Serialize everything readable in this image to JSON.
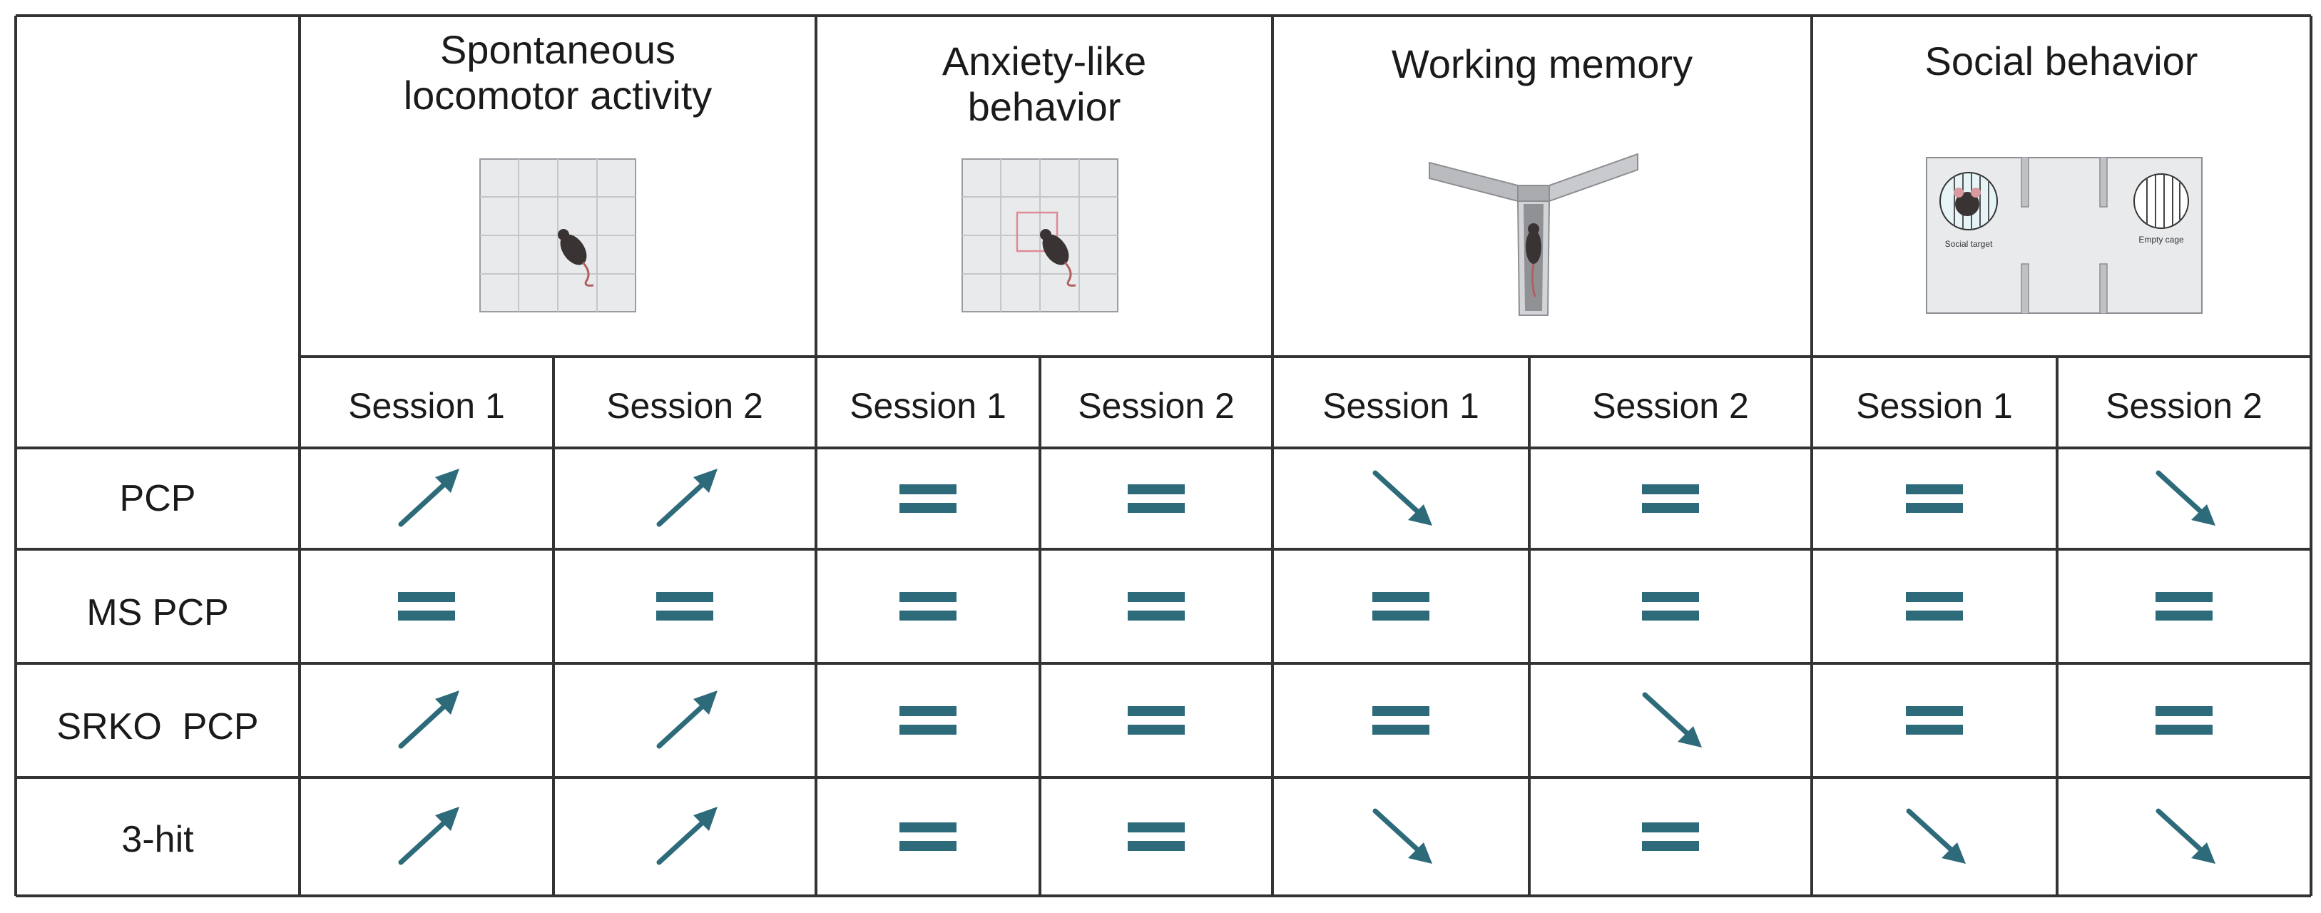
{
  "headers": [
    {
      "id": "locomotor",
      "lines": [
        "Spontaneous",
        "locomotor activity"
      ]
    },
    {
      "id": "anxiety",
      "lines": [
        "Anxiety-like",
        "behavior"
      ]
    },
    {
      "id": "memory",
      "lines": [
        "Working memory"
      ]
    },
    {
      "id": "social",
      "lines": [
        "Social behavior"
      ]
    }
  ],
  "sessions": [
    "Session 1",
    "Session 2",
    "Session 1",
    "Session 2",
    "Session 1",
    "Session 2",
    "Session 1",
    "Session 2"
  ],
  "rows": [
    {
      "label": "PCP",
      "effects": [
        "up",
        "up",
        "equal",
        "equal",
        "down",
        "equal",
        "equal",
        "down"
      ]
    },
    {
      "label": "MS PCP",
      "effects": [
        "equal",
        "equal",
        "equal",
        "equal",
        "equal",
        "equal",
        "equal",
        "equal"
      ]
    },
    {
      "label": "SRKO  PCP",
      "effects": [
        "up",
        "up",
        "equal",
        "equal",
        "equal",
        "down",
        "equal",
        "equal"
      ]
    },
    {
      "label": "3-hit",
      "effects": [
        "up",
        "up",
        "equal",
        "equal",
        "down",
        "equal",
        "down",
        "down"
      ]
    }
  ],
  "social_labels": {
    "left": "Social target",
    "right": "Empty cage"
  },
  "colors": {
    "mark": "#2d6a7a",
    "grid_line": "#333333",
    "arena_fill": "#e9eaec",
    "arena_grid": "#c4c6ca"
  }
}
